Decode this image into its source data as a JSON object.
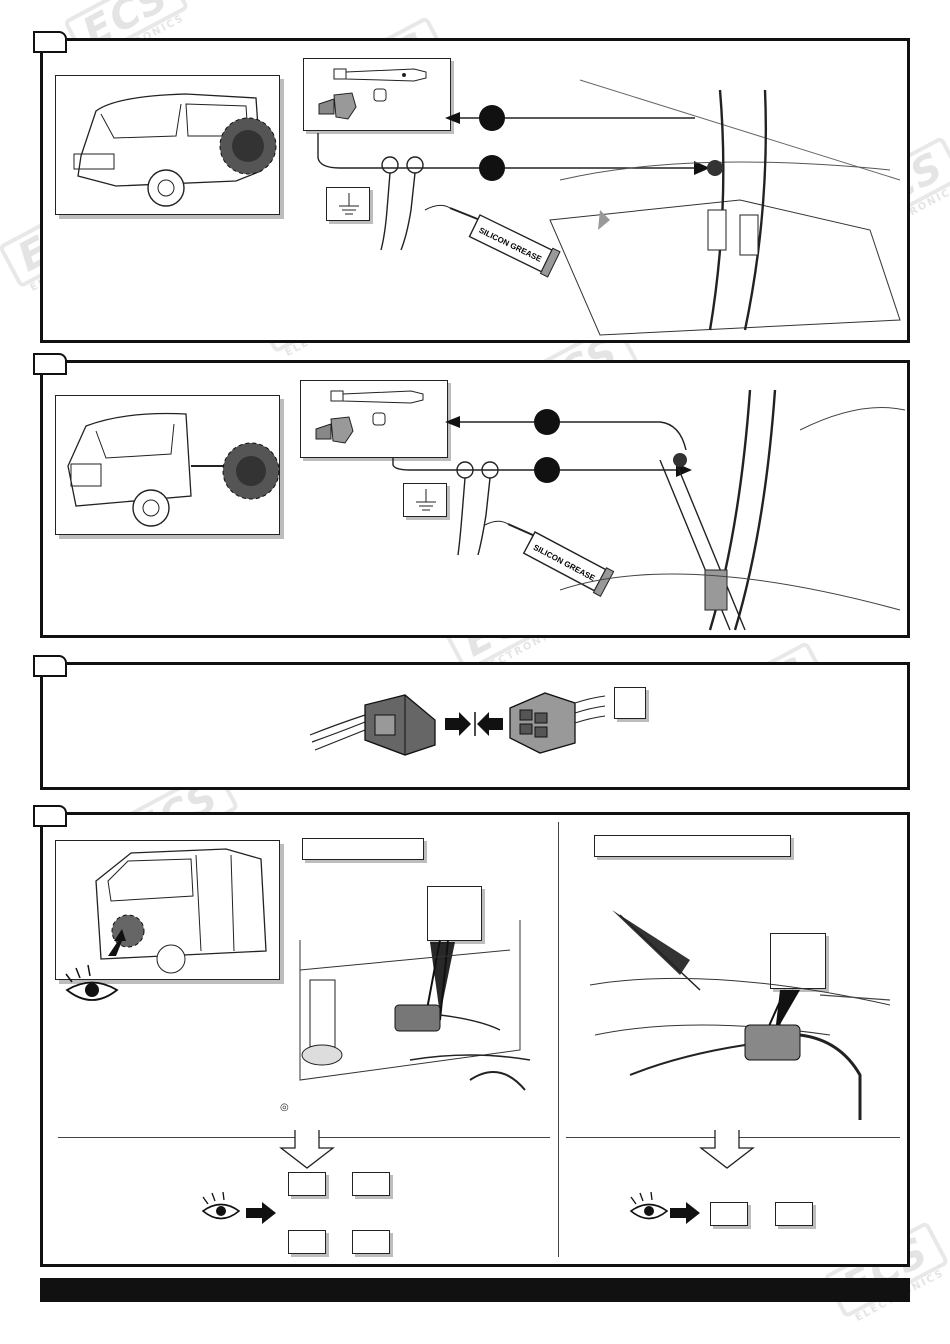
{
  "watermark": {
    "brand": "ECS",
    "tagline": "ELECTRONICS"
  },
  "steps": [
    {
      "id": "step-1",
      "grease_label": "SILICON GREASE"
    },
    {
      "id": "step-2",
      "grease_label": "SILICON GREASE"
    },
    {
      "id": "step-3"
    },
    {
      "id": "step-4"
    }
  ],
  "icons": {
    "ground": "ground-symbol-icon",
    "eye": "eye-icon",
    "arrow": "right-arrow-icon"
  },
  "colors": {
    "line": "#111111",
    "shadow": "#bdbdbd",
    "watermark": "#cfcfcf"
  }
}
